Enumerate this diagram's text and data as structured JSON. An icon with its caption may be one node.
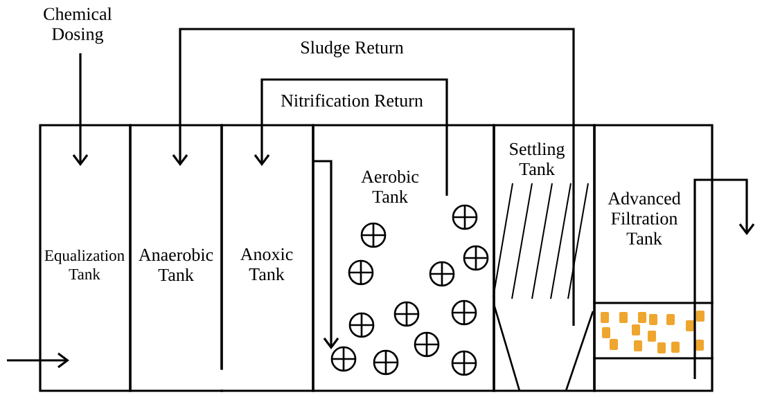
{
  "diagram": {
    "nodes": [
      {
        "text": [
          "Chemical Dosing"
        ]
      },
      {
        "text": [
          "Equalization Tank"
        ]
      },
      {
        "text": [
          "Anaerobic Tank"
        ]
      },
      {
        "text": [
          "Anoxic Tank"
        ]
      },
      {
        "text": [
          "Aerobic Tank"
        ]
      },
      {
        "text": [
          "Settling Tank"
        ]
      },
      {
        "text": [
          "Advanced Filtration Tank"
        ]
      }
    ],
    "edges": [
      {
        "from": 0,
        "to": 1,
        "arrow": "to"
      },
      {
        "from": 5,
        "to": 2,
        "arrow": "to",
        "label": "Sludge Return"
      },
      {
        "from": 4,
        "to": 3,
        "arrow": "to",
        "label": "Nitrification Return"
      },
      {
        "from": null,
        "to": 1,
        "arrow": "to"
      },
      {
        "from": 3,
        "to": 4,
        "arrow": "to"
      },
      {
        "from": 6,
        "to": null,
        "arrow": "to"
      }
    ]
  }
}
